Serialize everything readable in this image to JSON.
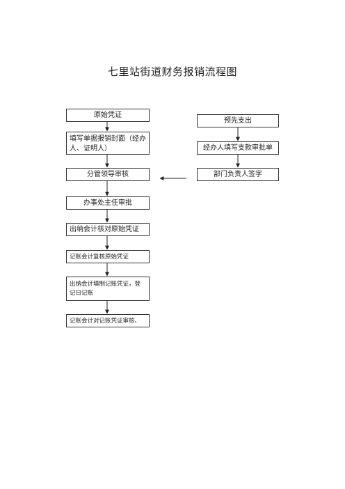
{
  "title": "七里站街道财务报销流程图",
  "left_column": [
    "原始凭证",
    "填写单据报销封面（经办人、证明人）",
    "分管领导审核",
    "办事处主任审批",
    "出纳会计核对原始凭证",
    "记账会计复核原始凭证",
    "出纳会计填制记账凭证，登记日记账",
    "记账会计对记账凭证审核、"
  ],
  "right_column": [
    "预先支出",
    "经办人填写支款审批单",
    "部门负责人签字"
  ]
}
